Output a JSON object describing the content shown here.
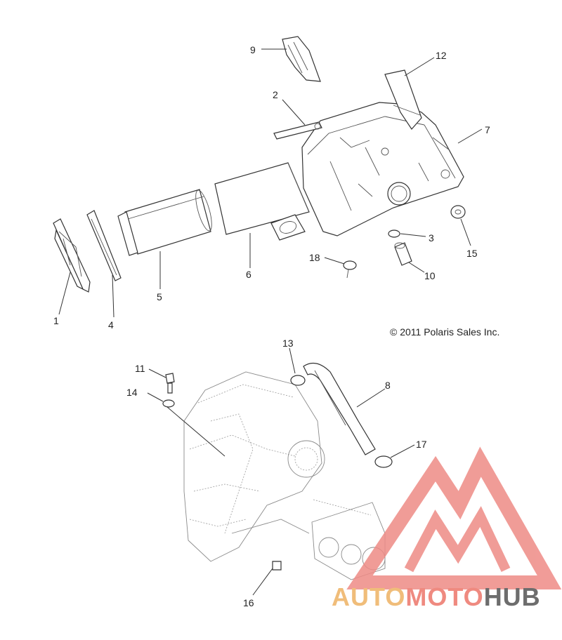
{
  "diagram": {
    "copyright": "© 2011 Polaris Sales Inc.",
    "callouts": {
      "c1": "1",
      "c2": "2",
      "c3": "3",
      "c4": "4",
      "c5": "5",
      "c6": "6",
      "c7": "7",
      "c8": "8",
      "c9": "9",
      "c10": "10",
      "c11": "11",
      "c12": "12",
      "c13": "13",
      "c14": "14",
      "c15": "15",
      "c16": "16",
      "c17": "17",
      "c18": "18"
    }
  },
  "watermark": {
    "part_a": "AUTO",
    "part_b": "MOTO",
    "part_c": "HUB",
    "colors": {
      "auto": "#f0bd7a",
      "moto": "#ef8a80",
      "hub": "#6d6d6d",
      "logo": "#ee8b86"
    }
  }
}
